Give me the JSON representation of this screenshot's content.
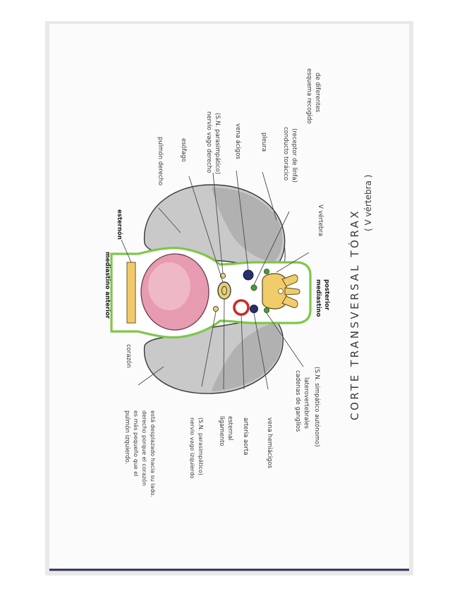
{
  "diagram": {
    "title": "CORTE TRANSVERSAL TÓRAX",
    "subtitle": "( V vértebra )",
    "labels": {
      "pulmon_derecho": "pulmón derecho",
      "esofago": "esófago",
      "nervio_vago_derecho_1": "nervio vago derecho",
      "nervio_vago_derecho_2": "(S.N. parasimpático)",
      "vena_acigos": "vena ácigos",
      "pleura": "pleura",
      "conducto_1": "conducto torácico",
      "conducto_2": "(receptor de linfa)",
      "esquema_1": "esquema recogido",
      "esquema_2": "de diferentes",
      "esternon": "esternón",
      "mediastino_anterior": "mediastino anterior",
      "v_vertebra": "V vértebra",
      "mediastino_posterior_1": "mediastino",
      "mediastino_posterior_2": "posterior",
      "corazon": "corazón",
      "pulmon_izq_1": "pulmón izquierdo.",
      "pulmon_izq_2": "es más pequeño que el",
      "pulmon_izq_3": "derecho porque el corazón",
      "pulmon_izq_4": "está desplazado hacia su lado.",
      "vago_izq_1": "nervio vago izquierdo",
      "vago_izq_2": "(S.N. parasimpático)",
      "ligamento_1": "ligamento",
      "ligamento_2": "esternal",
      "arteria_aorta": "arteria aorta",
      "vena_hemiacigos": "vena hemiácigos",
      "cadenas_1": "cadenas de ganglios",
      "cadenas_2": "laterovertebrales",
      "cadenas_3": "(S.N. simpático autónomo)"
    }
  },
  "colors": {
    "mediastinum_border": "#7fc64a",
    "heart": "#e79bb0",
    "vertebra": "#f0cc6a",
    "aorta_ring": "#cc2a2a",
    "vein_fill": "#27306b",
    "esophagus": "#e6d173",
    "green_node": "#4a9a3c"
  }
}
